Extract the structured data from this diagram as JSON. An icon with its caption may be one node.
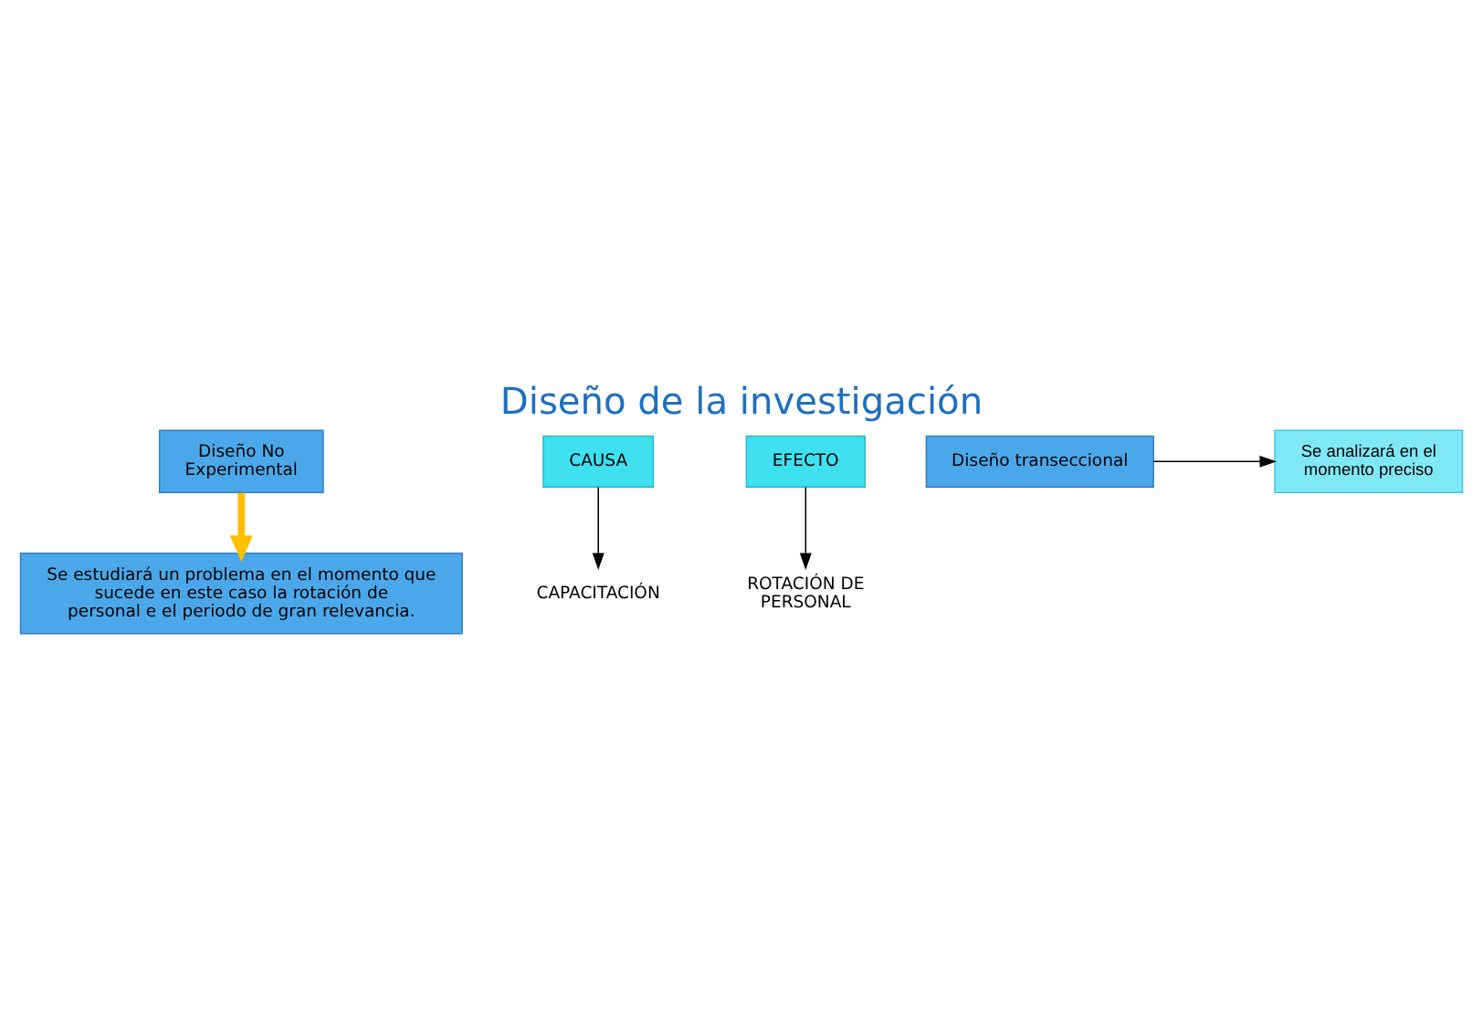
{
  "diagram": {
    "title": "Diseño de la investigación",
    "nodes": [
      {
        "text": [
          "Diseño No Experimental"
        ]
      },
      {
        "text": [
          "CAUSA"
        ]
      },
      {
        "text": [
          "CAPACITACIÓN"
        ]
      },
      {
        "text": [
          "EFECTO"
        ]
      },
      {
        "text": [
          "ROTACIÓN DE PERSONAL"
        ]
      },
      {
        "text": [
          "Diseño transeccional"
        ]
      },
      {
        "text": [
          "Se analizará en el momento preciso"
        ]
      },
      {
        "text": [
          "Se estudiará un problema en el momento que sucede en este caso la rotación de personal e el periodo de gran relevancia."
        ]
      }
    ],
    "edges": [
      {
        "from": 1,
        "to": 2,
        "arrow": "to"
      },
      {
        "from": 3,
        "to": 4,
        "arrow": "to"
      },
      {
        "from": 5,
        "to": 6,
        "arrow": "to"
      },
      {
        "from": 0,
        "to": 7,
        "arrow": "to",
        "style": "thick",
        "color": "#ffc000"
      }
    ]
  }
}
